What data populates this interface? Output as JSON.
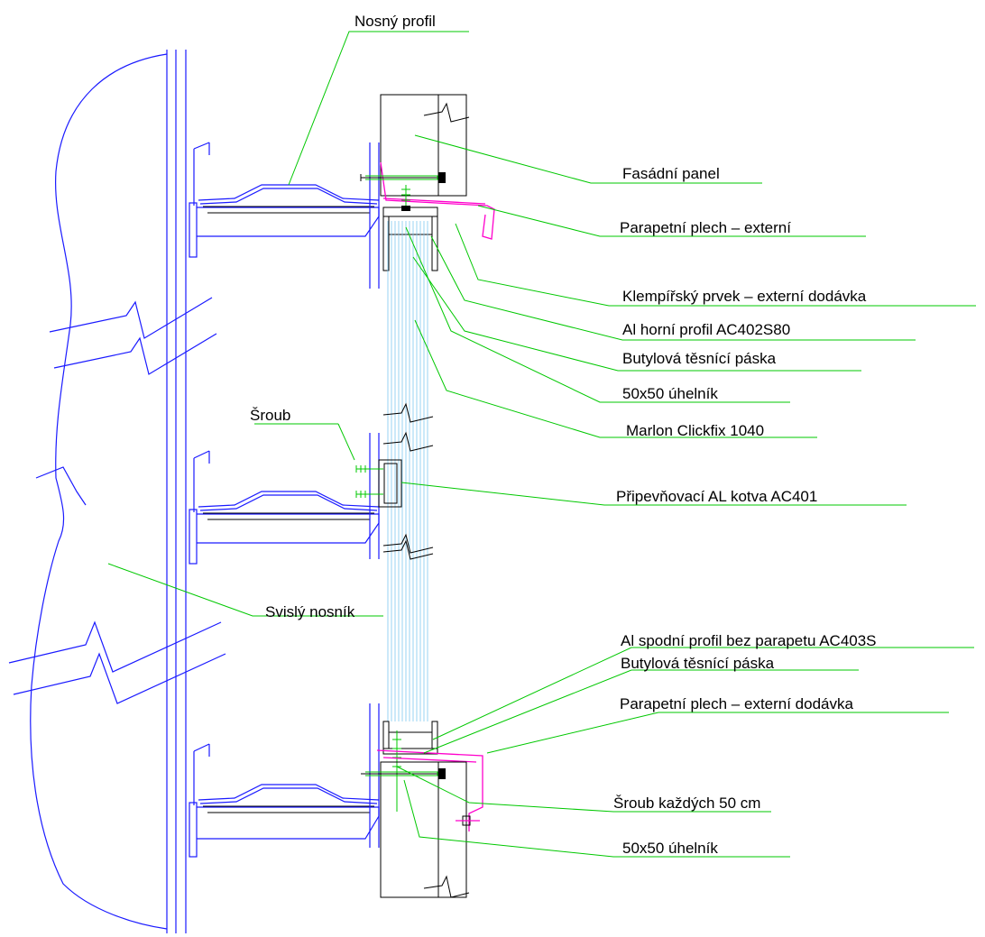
{
  "labels": {
    "nosny_profil": "Nosný profil",
    "fasadni_panel": "Fasádní panel",
    "parapetni_plech_1": "Parapetní plech – externí",
    "klempirsky_prvek": "Klempířský prvek – externí dodávka",
    "al_horni_profil": "Al horní profil AC402S80",
    "butylova_1": "Butylová těsnící páska",
    "uhelnik_1": "50x50 úhelník",
    "marlon": "Marlon Clickfix 1040",
    "sroub": "Šroub",
    "pripevnovaci": "Připevňovací AL kotva AC401",
    "svisly_nosnik": "Svislý nosník",
    "al_spodni_profil": "Al spodní profil bez parapetu AC403S",
    "butylova_2": "Butylová těsnící páska",
    "parapetni_plech_2": "Parapetní plech – externí dodávka",
    "sroub_kazdych": "Šroub každých 50 cm",
    "uhelnik_2": "50x50 úhelník"
  },
  "colors": {
    "structure": "#1a1aff",
    "leader": "#00c800",
    "flashing": "#ff00cc",
    "panel_line": "#7ec8f0",
    "outline": "#000000"
  }
}
